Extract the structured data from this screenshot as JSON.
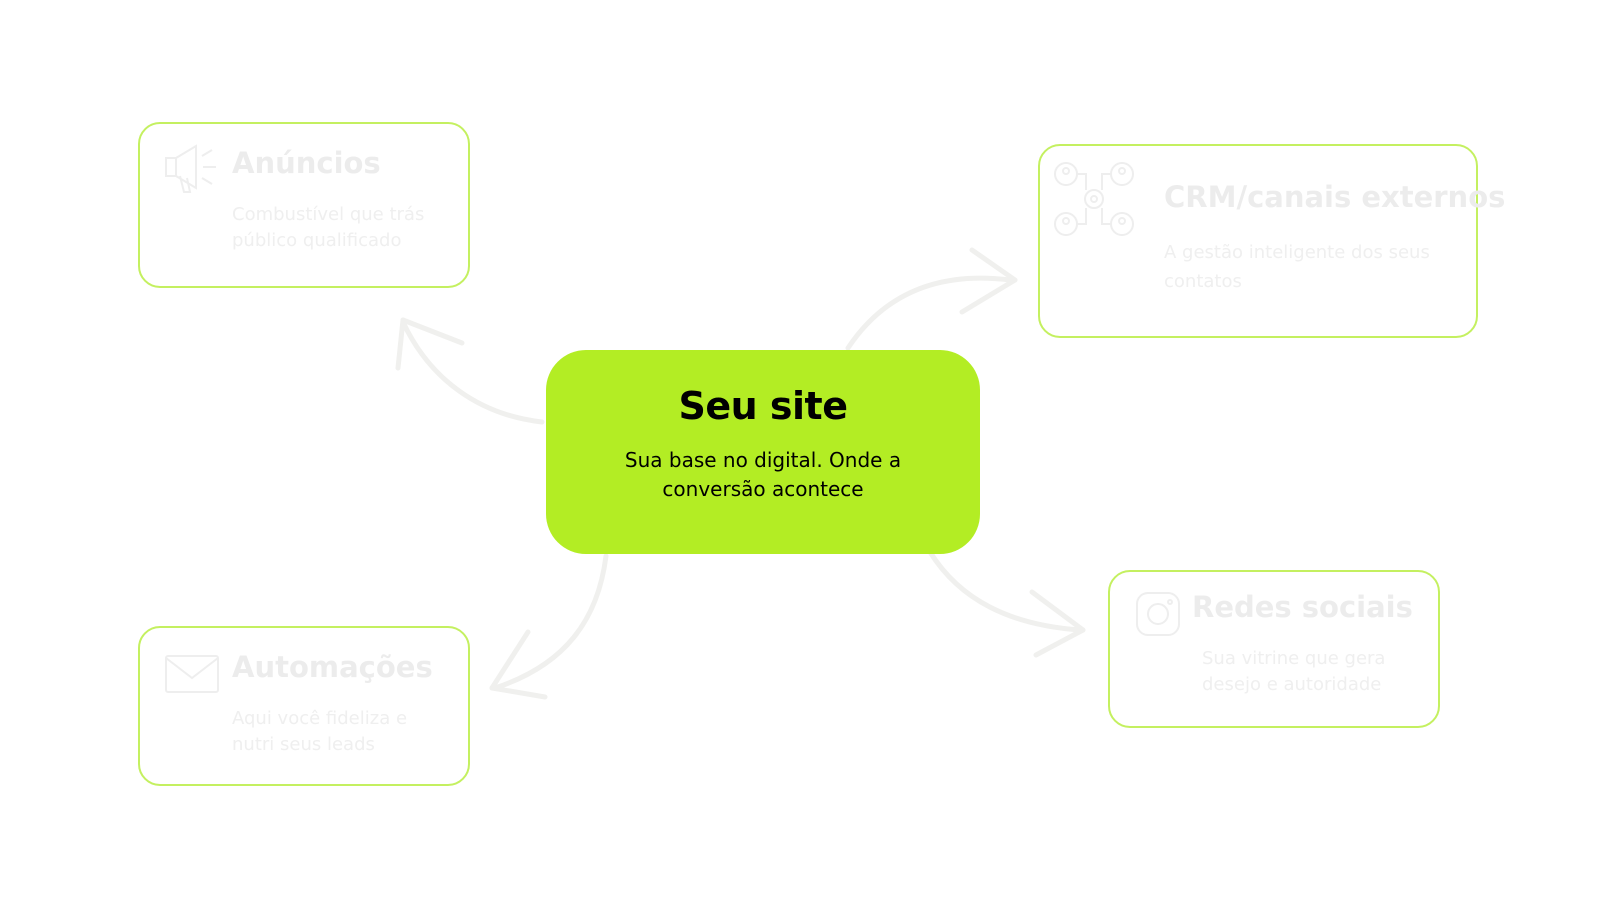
{
  "center": {
    "title": "Seu site",
    "description": "Sua base no digital. Onde a conversão acontece"
  },
  "cards": {
    "anuncios": {
      "title": "Anúncios",
      "description": "Combustível que trás público qualificado",
      "icon": "megaphone-icon"
    },
    "crm": {
      "title": "CRM/canais externos",
      "description": "A gestão inteligente dos seus contatos",
      "icon": "network-users-icon"
    },
    "redes": {
      "title": "Redes sociais",
      "description": "Sua vitrine que gera desejo e autoridade",
      "icon": "instagram-icon"
    },
    "automacoes": {
      "title": "Automações",
      "description": "Aqui você fideliza e nutri seus leads",
      "icon": "mail-icon"
    }
  },
  "colors": {
    "accent": "#b3ed24",
    "card_border": "#c4f060",
    "faded_text": "#ececec",
    "arrow": "#f0f0ee"
  }
}
